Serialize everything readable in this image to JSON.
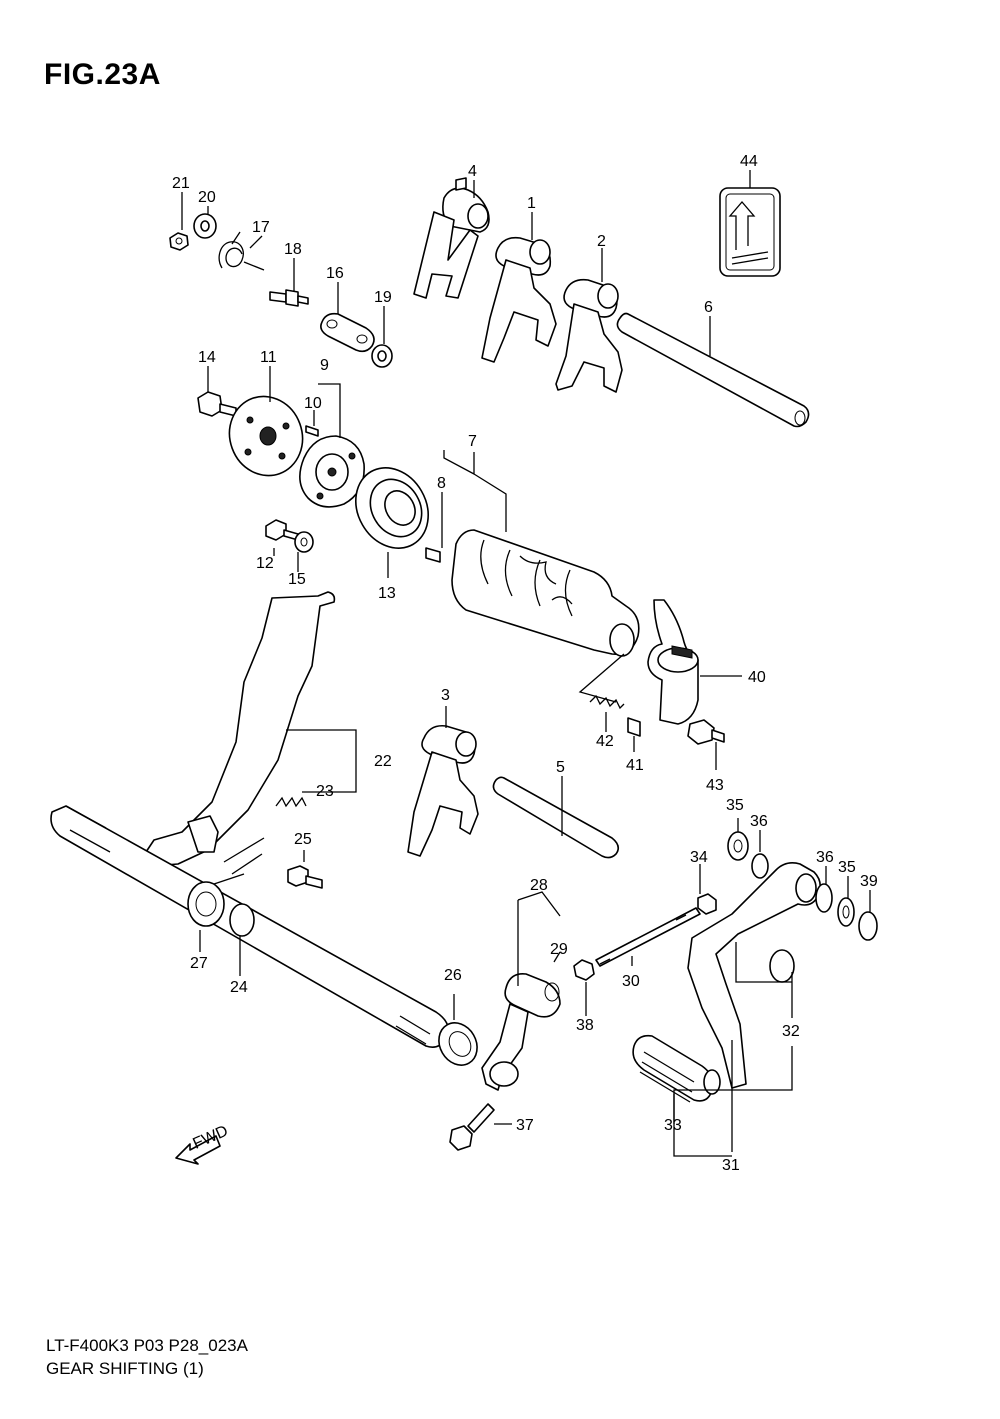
{
  "figure": {
    "title": "FIG.23A",
    "model_code": "LT-F400K3 P03 P28_023A",
    "caption": "GEAR SHIFTING (1)",
    "fwd_marker": "FWD"
  },
  "labels": {
    "p1": "1",
    "p2": "2",
    "p3": "3",
    "p4": "4",
    "p5": "5",
    "p6": "6",
    "p7": "7",
    "p8": "8",
    "p9": "9",
    "p10": "10",
    "p11": "11",
    "p12": "12",
    "p13": "13",
    "p14": "14",
    "p15": "15",
    "p16": "16",
    "p17": "17",
    "p18": "18",
    "p19": "19",
    "p20": "20",
    "p21": "21",
    "p22": "22",
    "p23": "23",
    "p24": "24",
    "p25": "25",
    "p26": "26",
    "p27": "27",
    "p28": "28",
    "p29": "29",
    "p30": "30",
    "p31": "31",
    "p32": "32",
    "p33": "33",
    "p34": "34",
    "p35a": "35",
    "p35b": "35",
    "p36a": "36",
    "p36b": "36",
    "p37": "37",
    "p38": "38",
    "p39": "39",
    "p40": "40",
    "p41": "41",
    "p42": "42",
    "p43": "43",
    "p44": "44"
  }
}
